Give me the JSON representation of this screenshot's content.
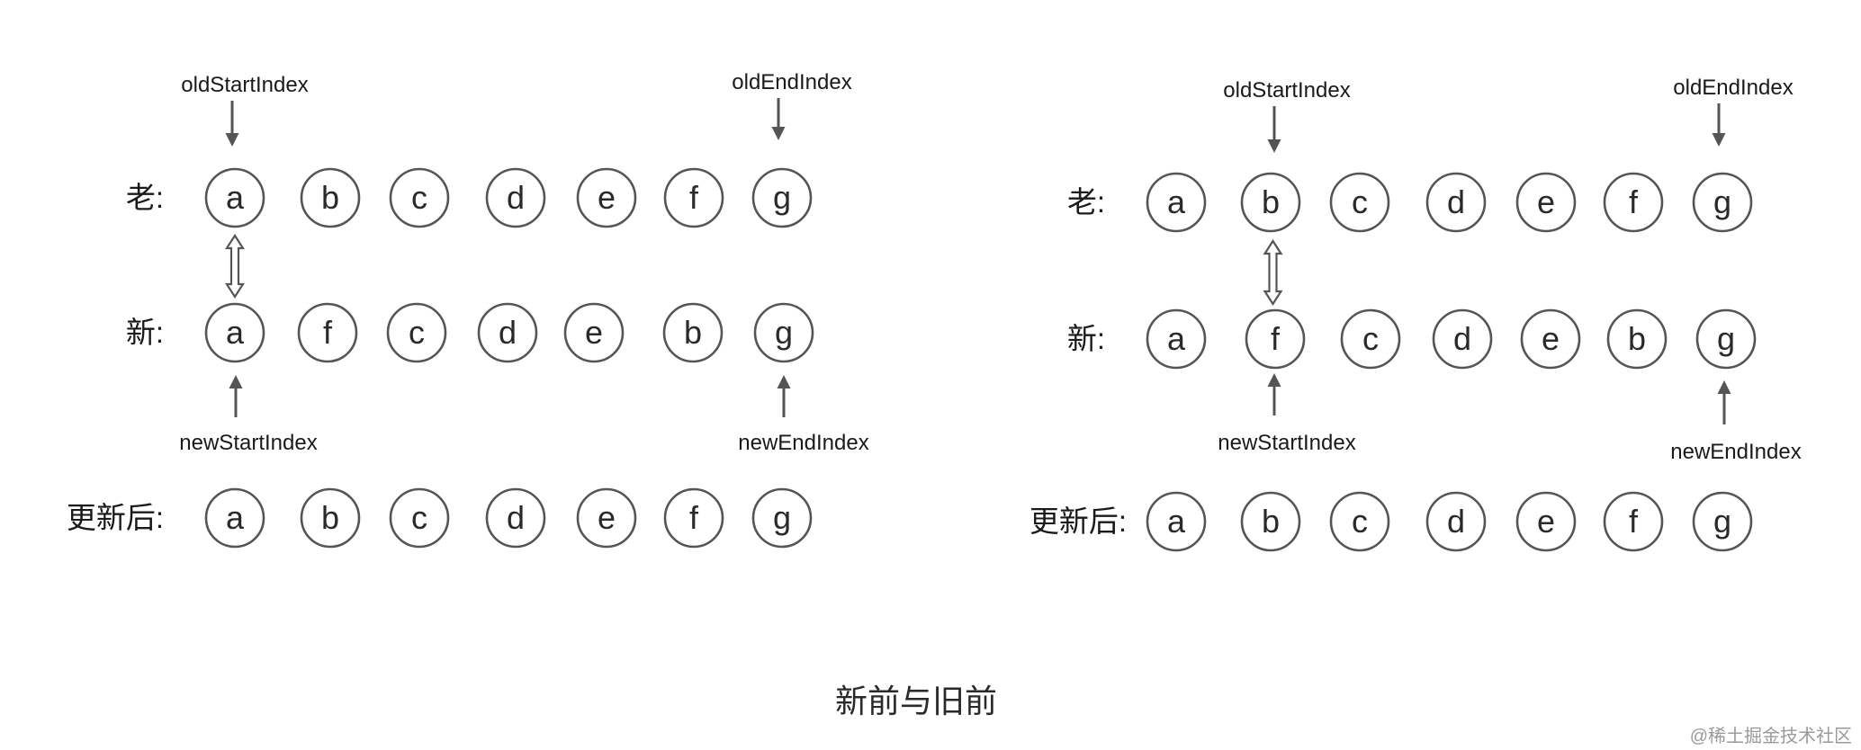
{
  "row_labels": {
    "old": "老:",
    "new": "新:",
    "updated": "更新后:"
  },
  "index_labels": {
    "old_start": "oldStartIndex",
    "old_end": "oldEndIndex",
    "new_start": "newStartIndex",
    "new_end": "newEndIndex"
  },
  "panels": [
    {
      "old": [
        "a",
        "b",
        "c",
        "d",
        "e",
        "f",
        "g"
      ],
      "new": [
        "a",
        "f",
        "c",
        "d",
        "e",
        "b",
        "g"
      ],
      "updated": [
        "a",
        "b",
        "c",
        "d",
        "e",
        "f",
        "g"
      ],
      "compare_index": 0
    },
    {
      "old": [
        "a",
        "b",
        "c",
        "d",
        "e",
        "f",
        "g"
      ],
      "new": [
        "a",
        "f",
        "c",
        "d",
        "e",
        "b",
        "g"
      ],
      "updated": [
        "a",
        "b",
        "c",
        "d",
        "e",
        "f",
        "g"
      ],
      "compare_index": 1
    }
  ],
  "caption": "新前与旧前",
  "watermark": "@稀土掘金技术社区",
  "colors": {
    "stroke": "#555555",
    "arrow": "#555555",
    "text": "#1a1a1a"
  }
}
